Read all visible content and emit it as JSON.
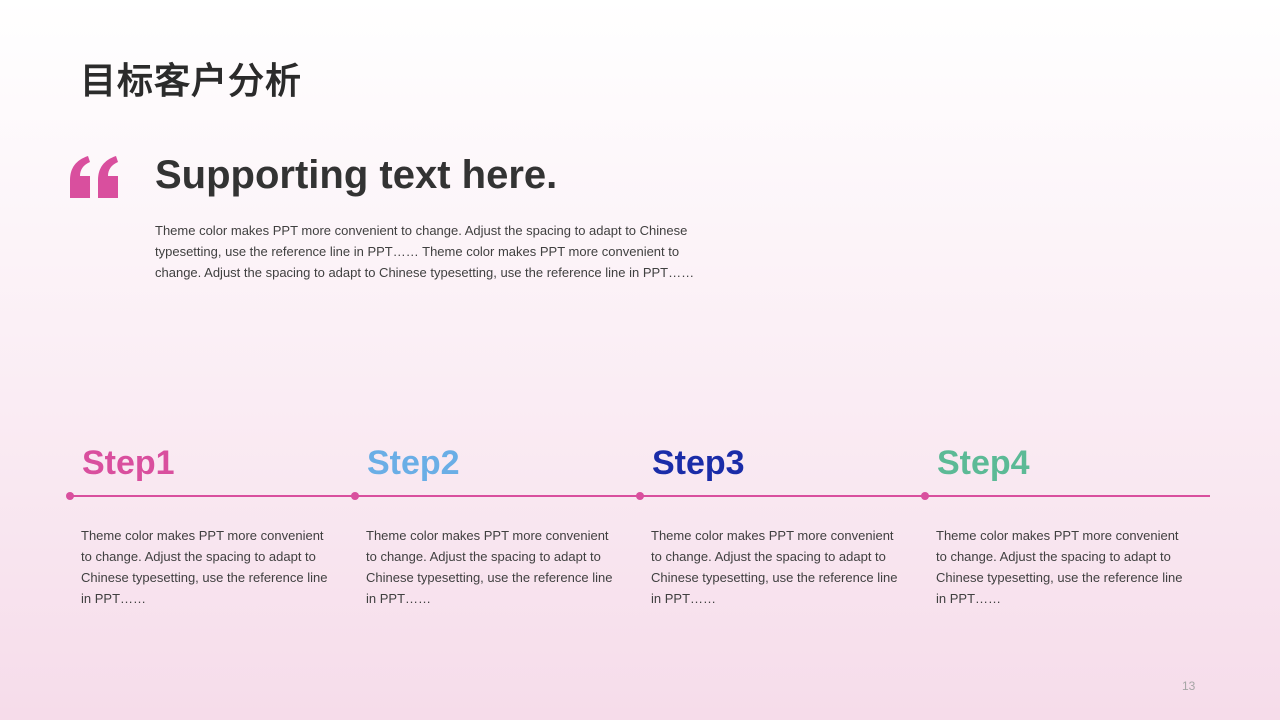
{
  "slide": {
    "title": "目标客户分析",
    "headline": "Supporting text here.",
    "intro": "Theme color makes PPT more convenient to change. Adjust the spacing to adapt to Chinese typesetting, use the reference line in PPT…… Theme color makes PPT more convenient to change. Adjust the spacing to adapt to Chinese typesetting, use the reference line in PPT……",
    "page_number": "13"
  },
  "colors": {
    "accent": "#d94f9e",
    "step1": "#d94f9e",
    "step2": "#6aaee6",
    "step3": "#1a2ca8",
    "step4": "#5cba96"
  },
  "icons": {
    "quote": "quote-mark-icon"
  },
  "steps": [
    {
      "title": "Step1",
      "text": "Theme color makes PPT more convenient to change. Adjust the spacing to adapt to Chinese typesetting, use the reference line in PPT……"
    },
    {
      "title": "Step2",
      "text": "Theme color makes PPT more convenient to change. Adjust the spacing to adapt to Chinese typesetting, use the reference line in PPT……"
    },
    {
      "title": "Step3",
      "text": "Theme color makes PPT more convenient to change. Adjust the spacing to adapt to Chinese typesetting, use the reference line in PPT……"
    },
    {
      "title": "Step4",
      "text": "Theme color makes PPT more convenient to change. Adjust the spacing to adapt to Chinese typesetting, use the reference line in PPT……"
    }
  ]
}
